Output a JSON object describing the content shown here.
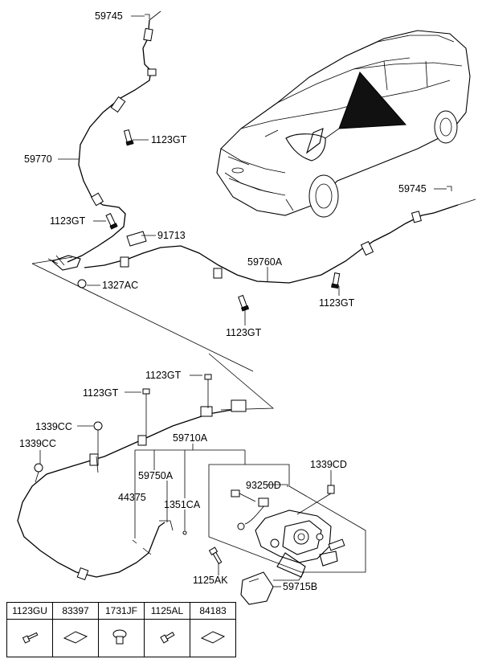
{
  "callouts": {
    "c59745_top": "59745",
    "c59745_right": "59745",
    "c1123GT_a": "1123GT",
    "c1123GT_b": "1123GT",
    "c1123GT_c": "1123GT",
    "c1123GT_d": "1123GT",
    "c1123GT_e": "1123GT",
    "c1123GT_f": "1123GT",
    "c59770": "59770",
    "c91713": "91713",
    "c59760A": "59760A",
    "c1327AC": "1327AC",
    "c1339CC_a": "1339CC",
    "c1339CC_b": "1339CC",
    "c59710A": "59710A",
    "c59750A": "59750A",
    "c44375": "44375",
    "c1351CA": "1351CA",
    "c1339CD": "1339CD",
    "c93250D": "93250D",
    "c1125AK": "1125AK",
    "c59715B": "59715B"
  },
  "legend": {
    "items": [
      {
        "code": "1123GU",
        "icon": "bolt-icon"
      },
      {
        "code": "83397",
        "icon": "diamond-plate-icon"
      },
      {
        "code": "1731JF",
        "icon": "clip-icon"
      },
      {
        "code": "1125AL",
        "icon": "screw-icon"
      },
      {
        "code": "84183",
        "icon": "diamond-plate-icon"
      }
    ]
  }
}
